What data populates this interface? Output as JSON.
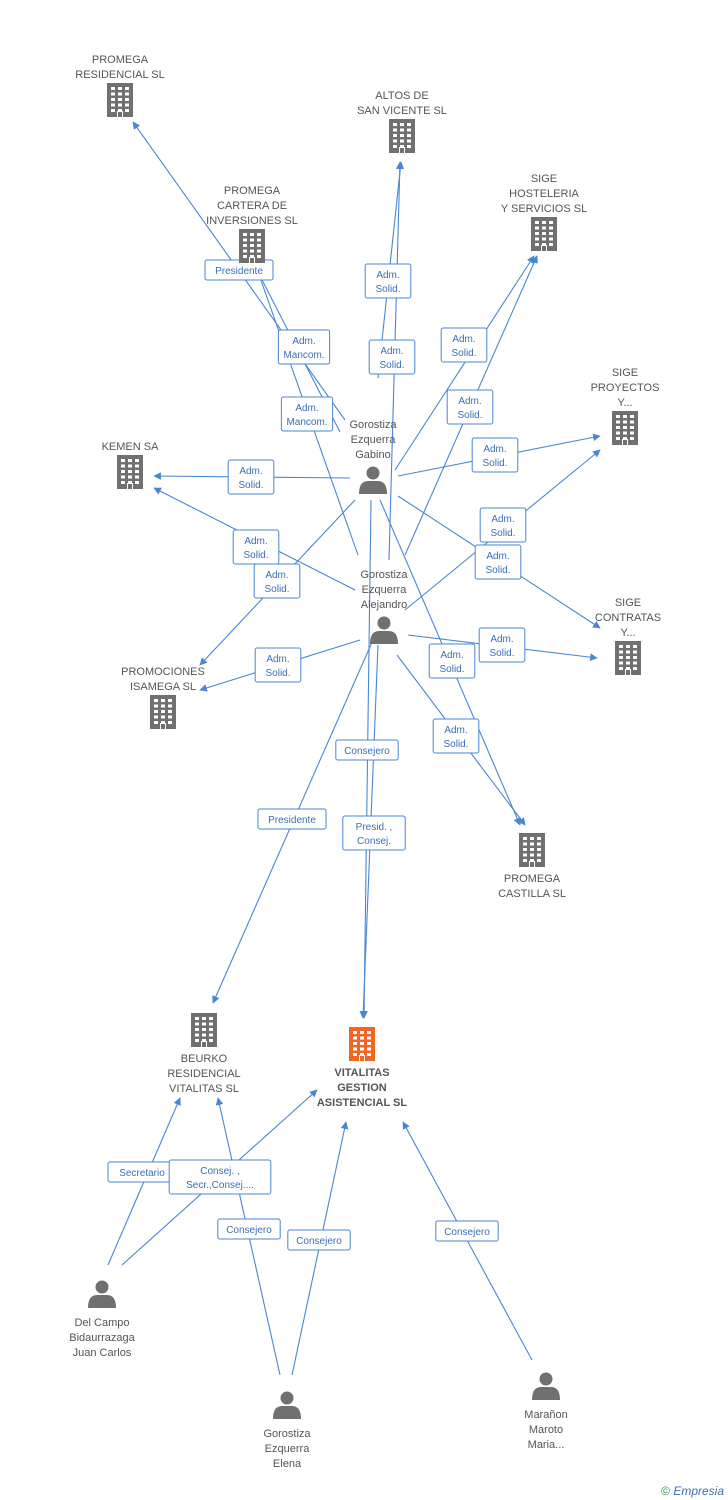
{
  "colors": {
    "edge": "#4a86d4",
    "company": "#707070",
    "focus": "#f26522",
    "person": "#707070",
    "edge_text": "#3a6fb4"
  },
  "nodes": [
    {
      "id": "promega_residencial",
      "kind": "company",
      "label": [
        "PROMEGA",
        "RESIDENCIAL SL"
      ]
    },
    {
      "id": "altos",
      "kind": "company",
      "label": [
        "ALTOS DE",
        "SAN VICENTE SL"
      ]
    },
    {
      "id": "promega_cartera",
      "kind": "company",
      "label": [
        "PROMEGA",
        "CARTERA DE",
        "INVERSIONES SL"
      ]
    },
    {
      "id": "sige_hosteleria",
      "kind": "company",
      "label": [
        "SIGE",
        "HOSTELERIA",
        "Y SERVICIOS SL"
      ]
    },
    {
      "id": "sige_proyectos",
      "kind": "company",
      "label": [
        "SIGE",
        "PROYECTOS",
        "Y..."
      ]
    },
    {
      "id": "kemen",
      "kind": "company",
      "label": [
        "KEMEN SA"
      ]
    },
    {
      "id": "gabino",
      "kind": "person",
      "label": [
        "Gorostiza",
        "Ezquerra",
        "Gabino"
      ]
    },
    {
      "id": "alejandro",
      "kind": "person",
      "label": [
        "Gorostiza",
        "Ezquerra",
        "Alejandro"
      ]
    },
    {
      "id": "sige_contratas",
      "kind": "company",
      "label": [
        "SIGE",
        "CONTRATAS",
        "Y..."
      ]
    },
    {
      "id": "promociones",
      "kind": "company",
      "label": [
        "PROMOCIONES",
        "ISAMEGA SL"
      ]
    },
    {
      "id": "promega_castilla",
      "kind": "company",
      "label": [
        "PROMEGA",
        "CASTILLA SL"
      ]
    },
    {
      "id": "beurko",
      "kind": "company",
      "label": [
        "BEURKO",
        "RESIDENCIAL",
        "VITALITAS SL"
      ]
    },
    {
      "id": "vitalitas",
      "kind": "focus",
      "label": [
        "VITALITAS",
        "GESTION",
        "ASISTENCIAL SL"
      ]
    },
    {
      "id": "delcampo",
      "kind": "person",
      "label": [
        "Del Campo",
        "Bidaurrazaga",
        "Juan Carlos"
      ]
    },
    {
      "id": "elena",
      "kind": "person",
      "label": [
        "Gorostiza",
        "Ezquerra",
        "Elena"
      ]
    },
    {
      "id": "maranon",
      "kind": "person",
      "label": [
        "Marañon",
        "Maroto",
        "Maria..."
      ]
    }
  ],
  "edges": [
    {
      "from": "gabino",
      "to": "promega_residencial",
      "label": [
        "Presidente"
      ]
    },
    {
      "from": "gabino",
      "to": "promega_cartera",
      "label": [
        "Adm.",
        "Mancom."
      ]
    },
    {
      "from": "alejandro",
      "to": "promega_cartera",
      "label": [
        "Adm.",
        "Mancom."
      ]
    },
    {
      "from": "gabino",
      "to": "altos",
      "label": [
        "Adm.",
        "Solid."
      ]
    },
    {
      "from": "alejandro",
      "to": "altos",
      "label": [
        "Adm.",
        "Solid."
      ]
    },
    {
      "from": "gabino",
      "to": "sige_hosteleria",
      "label": [
        "Adm.",
        "Solid."
      ]
    },
    {
      "from": "alejandro",
      "to": "sige_hosteleria",
      "label": [
        "Adm.",
        "Solid."
      ]
    },
    {
      "from": "gabino",
      "to": "sige_proyectos",
      "label": [
        "Adm.",
        "Solid."
      ]
    },
    {
      "from": "alejandro",
      "to": "sige_proyectos",
      "label": [
        "Adm.",
        "Solid."
      ]
    },
    {
      "from": "gabino",
      "to": "kemen",
      "label": [
        "Adm.",
        "Solid."
      ]
    },
    {
      "from": "alejandro",
      "to": "kemen",
      "label": [
        "Adm.",
        "Solid."
      ]
    },
    {
      "from": "gabino",
      "to": "sige_contratas",
      "label": [
        "Adm.",
        "Solid."
      ]
    },
    {
      "from": "alejandro",
      "to": "sige_contratas",
      "label": [
        "Adm.",
        "Solid."
      ]
    },
    {
      "from": "gabino",
      "to": "promociones",
      "label": [
        "Adm.",
        "Solid."
      ]
    },
    {
      "from": "alejandro",
      "to": "promociones",
      "label": [
        "Adm.",
        "Solid."
      ]
    },
    {
      "from": "gabino",
      "to": "promega_castilla",
      "label": [
        "Adm.",
        "Solid."
      ]
    },
    {
      "from": "alejandro",
      "to": "promega_castilla",
      "label": [
        "Adm.",
        "Solid."
      ]
    },
    {
      "from": "gabino",
      "to": "vitalitas",
      "label": [
        "Consejero"
      ]
    },
    {
      "from": "alejandro",
      "to": "vitalitas",
      "label": [
        "Presid. ,",
        "Consej."
      ]
    },
    {
      "from": "alejandro",
      "to": "beurko",
      "label": [
        "Presidente"
      ]
    },
    {
      "from": "delcampo",
      "to": "beurko",
      "label": [
        "Secretario"
      ]
    },
    {
      "from": "delcampo",
      "to": "vitalitas",
      "label": [
        "Consej. ,",
        "Secr.,Consej...."
      ]
    },
    {
      "from": "elena",
      "to": "beurko",
      "label": [
        "Consejero"
      ]
    },
    {
      "from": "elena",
      "to": "vitalitas",
      "label": [
        "Consejero"
      ]
    },
    {
      "from": "maranon",
      "to": "vitalitas",
      "label": [
        "Consejero"
      ]
    }
  ],
  "footer": {
    "copyright": "©",
    "brand": "Empresia"
  }
}
